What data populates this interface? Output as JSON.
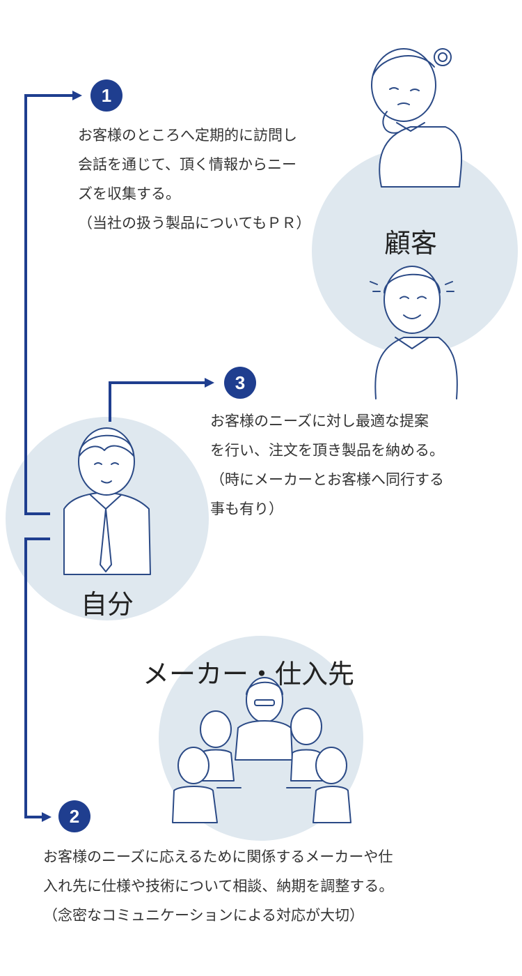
{
  "colors": {
    "accent": "#1f3e8f",
    "circle": "#dfe8ef",
    "line_art": "#2b4a86"
  },
  "customer": {
    "label": "顧客"
  },
  "self": {
    "label": "自分"
  },
  "maker": {
    "label": "メーカー・仕入先"
  },
  "steps": [
    {
      "number": "1",
      "lines": [
        "お客様のところへ定期的に訪問し",
        "会話を通じて、頂く情報からニー",
        "ズを収集する。",
        "（当社の扱う製品についてもＰＲ）"
      ]
    },
    {
      "number": "2",
      "lines": [
        "お客様のニーズに応えるために関係するメーカーや仕",
        "入れ先に仕様や技術について相談、納期を調整する。",
        "（念密なコミュニケーションによる対応が大切）"
      ]
    },
    {
      "number": "3",
      "lines": [
        "お客様のニーズに対し最適な提案",
        "を行い、注文を頂き製品を納める。",
        "（時にメーカーとお客様へ同行する",
        "事も有り）"
      ]
    }
  ]
}
